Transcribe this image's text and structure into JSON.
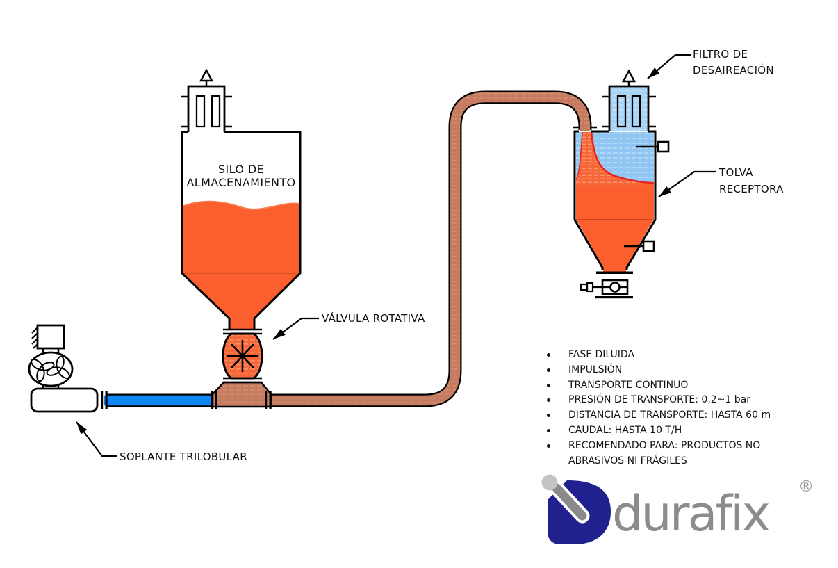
{
  "diagram": {
    "title_context": "pneumatic conveying system diagram",
    "labels": {
      "silo": "SILO DE\nALMACENAMIENTO",
      "valvula": "VÁLVULA ROTATIVA",
      "soplante": "SOPLANTE TRILOBULAR",
      "filtro": "FILTRO DE\nDESAIREACIÓN",
      "tolva": "TOLVA\nRECEPTORA"
    },
    "specs": [
      "FASE DILUIDA",
      "IMPULSIÓN",
      "TRANSPORTE CONTINUO",
      "PRESIÓN DE TRANSPORTE: 0,2~1 bar",
      "DISTANCIA DE TRANSPORTE: HASTA 60 m",
      "CAUDAL: HASTA 10 T/H",
      "RECOMENDADO PARA: PRODUCTOS NO ABRASIVOS NI FRÁGILES"
    ],
    "logo": {
      "text": "durafix",
      "registered": "®"
    },
    "colors": {
      "material_orange": "#fb5f2d",
      "pipe_salmon": "#c57b5f",
      "air_pipe_blue": "#0d86f8",
      "hopper_air_blue": "#92c6f2",
      "filter_blue": "#a9d4f6",
      "stream_boundary_red": "#e8251a",
      "logo_navy": "#20208e",
      "logo_gray": "#8c8c8c",
      "line_black": "#000000"
    }
  }
}
